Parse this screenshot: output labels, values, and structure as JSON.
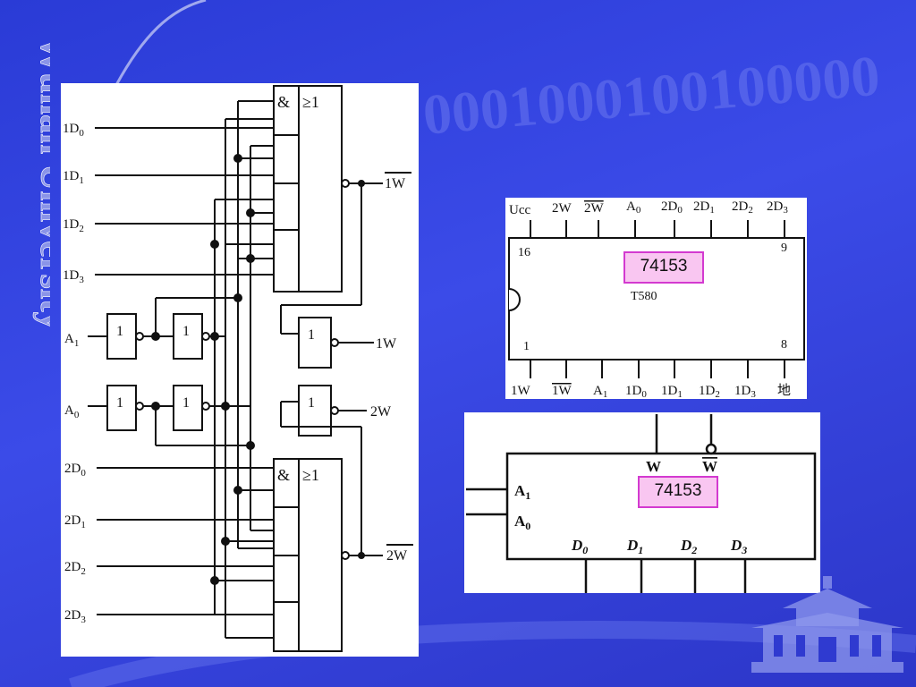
{
  "slide": {
    "vertical_title": "Wuhan University",
    "background_digits": "0001000100100000",
    "colors": {
      "background": "#3040dc",
      "tag_fill": "#f9c6f1",
      "tag_border": "#d33ad0"
    }
  },
  "logic_diagram": {
    "gate_and": "&",
    "gate_or": "≥1",
    "inverter": "1",
    "inputs_top": [
      "1D",
      "1D",
      "1D",
      "1D"
    ],
    "inputs_top_sub": [
      "0",
      "1",
      "2",
      "3"
    ],
    "inputs_bottom": [
      "2D",
      "2D",
      "2D",
      "2D"
    ],
    "inputs_bottom_sub": [
      "0",
      "1",
      "2",
      "3"
    ],
    "addr": [
      "A",
      "A"
    ],
    "addr_sub": [
      "1",
      "0"
    ],
    "out_1w_bar": "1W",
    "out_1w": "1W",
    "out_2w": "2W",
    "out_2w_bar": "2W"
  },
  "pinout": {
    "top_pins": [
      "Ucc",
      "2W",
      "2W",
      "A",
      "2D",
      "2D",
      "2D",
      "2D"
    ],
    "top_subs": [
      "",
      "",
      "",
      "0",
      "0",
      "1",
      "2",
      "3"
    ],
    "pin16": "16",
    "pin9": "9",
    "pin1": "1",
    "pin8": "8",
    "part_code": "T580",
    "bottom_pins": [
      "1W",
      "1W",
      "A",
      "1D",
      "1D",
      "1D",
      "1D",
      "地"
    ],
    "bottom_subs": [
      "",
      "",
      "1",
      "0",
      "1",
      "2",
      "3",
      ""
    ],
    "tag": "74153"
  },
  "symbol": {
    "out_w": "W",
    "out_w_bar": "W",
    "addr": [
      "A",
      "A"
    ],
    "addr_sub": [
      "1",
      "0"
    ],
    "data": [
      "D",
      "D",
      "D",
      "D"
    ],
    "data_sub": [
      "0",
      "1",
      "2",
      "3"
    ],
    "tag": "74153"
  }
}
